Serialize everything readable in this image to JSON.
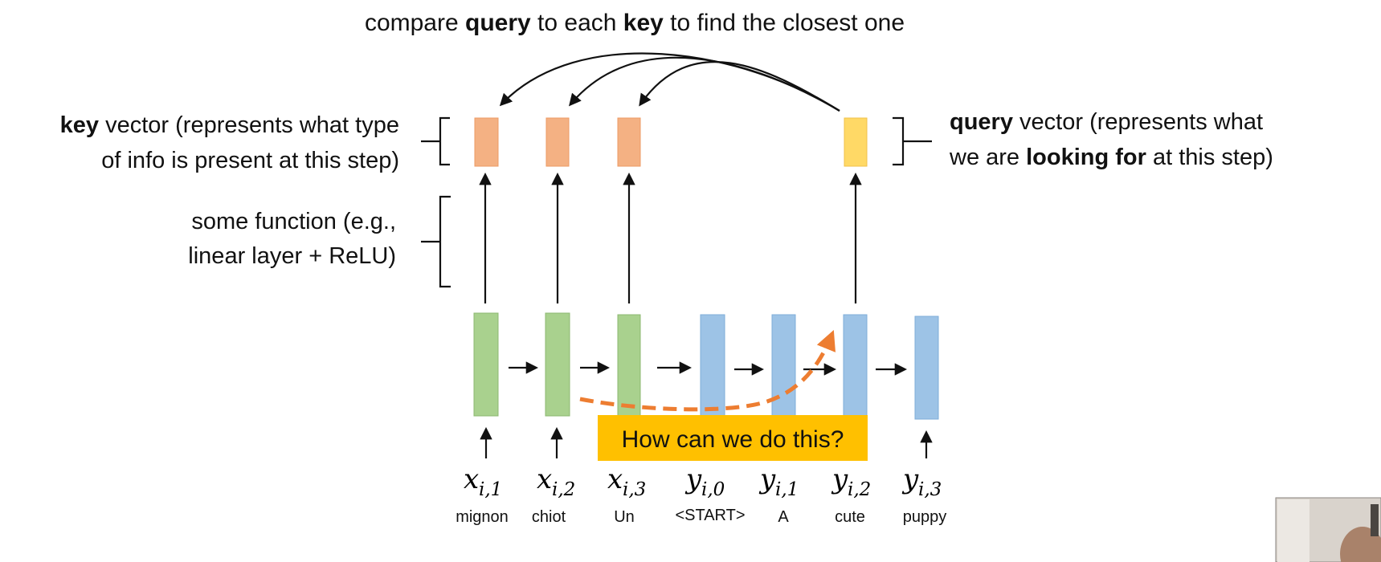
{
  "title": {
    "prefix": "compare ",
    "query": "query",
    "middle": " to each ",
    "key": "key",
    "suffix": " to find the closest one"
  },
  "key_label": {
    "bold": "key",
    "line1_rest": " vector (represents what type",
    "line2": "of info is present at this step)"
  },
  "function_label": {
    "line1": "some function (e.g.,",
    "line2": "linear layer + ReLU)"
  },
  "query_label": {
    "bold": "query",
    "line1_rest": " vector (represents what",
    "line2_start": "we are ",
    "line2_bold": "looking for",
    "line2_end": " at this step)"
  },
  "callout": "How can we do this?",
  "tokens": [
    {
      "var": "x",
      "sub": "i,1",
      "word": "mignon"
    },
    {
      "var": "x",
      "sub": "i,2",
      "word": "chiot"
    },
    {
      "var": "x",
      "sub": "i,3",
      "word": "Un"
    },
    {
      "var": "y",
      "sub": "i,0",
      "word": "<START>"
    },
    {
      "var": "y",
      "sub": "i,1",
      "word": "A"
    },
    {
      "var": "y",
      "sub": "i,2",
      "word": "cute"
    },
    {
      "var": "y",
      "sub": "i,3",
      "word": "puppy"
    }
  ],
  "colors": {
    "encoder": "#a9d18e",
    "decoder": "#9dc3e6",
    "key": "#f4b183",
    "query": "#ffd966",
    "dashed_arrow": "#ed7d31",
    "callout_bg": "#ffc000"
  }
}
